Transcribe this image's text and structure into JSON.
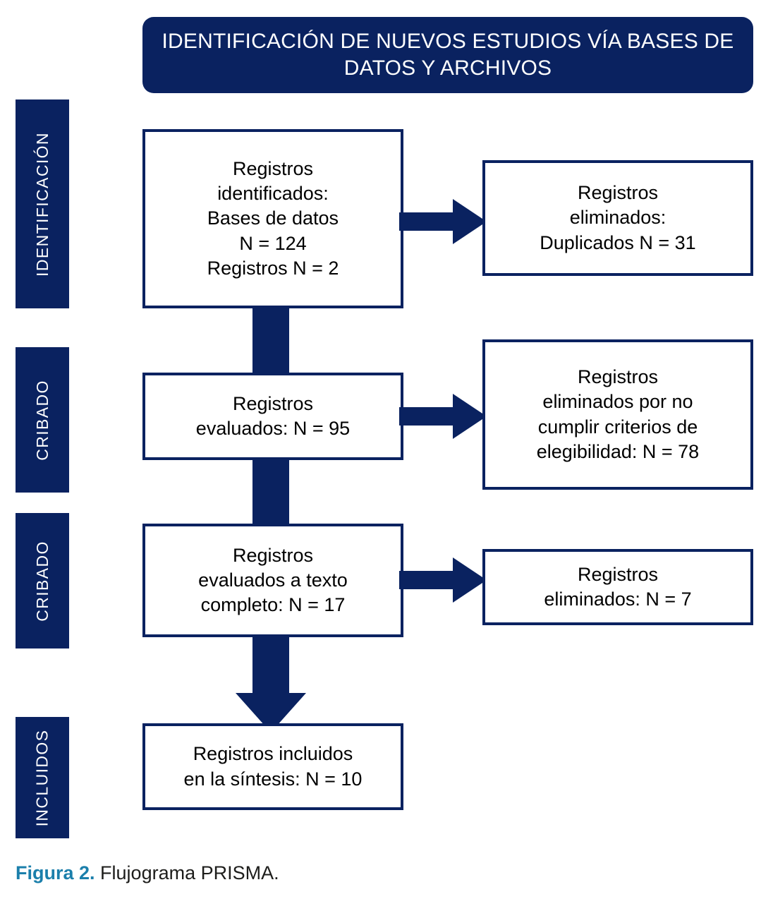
{
  "figure": {
    "banner_title": "IDENTIFICACIÓN DE NUEVOS ESTUDIOS VÍA BASES DE DATOS Y ARCHIVOS",
    "caption_label": "Figura 2.",
    "caption_text": "Flujograma PRISMA.",
    "colors": {
      "navy": "#0a2260",
      "caption_accent": "#1b7fab",
      "box_fill": "#ffffff",
      "text": "#000000"
    }
  },
  "stages": [
    {
      "id": "identificacion",
      "label": "IDENTIFICACIÓN"
    },
    {
      "id": "cribado-1",
      "label": "CRIBADO"
    },
    {
      "id": "cribado-2",
      "label": "CRIBADO"
    },
    {
      "id": "incluidos",
      "label": "INCLUIDOS"
    }
  ],
  "boxes": {
    "identified": {
      "id": "registros-identificados",
      "lines": [
        "Registros",
        "identificados:",
        "Bases de datos",
        "N = 124",
        "Registros N = 2"
      ]
    },
    "duplicates_removed": {
      "id": "registros-eliminados-duplicados",
      "lines": [
        "Registros",
        "eliminados:",
        "Duplicados N = 31"
      ]
    },
    "screened": {
      "id": "registros-evaluados",
      "lines": [
        "Registros",
        "evaluados: N = 95"
      ]
    },
    "excluded_criteria": {
      "id": "registros-eliminados-criterios",
      "lines": [
        "Registros",
        "eliminados por no",
        "cumplir criterios de",
        "elegibilidad: N = 78"
      ]
    },
    "full_text": {
      "id": "registros-evaluados-texto-completo",
      "lines": [
        "Registros",
        "evaluados a texto",
        "completo: N = 17"
      ]
    },
    "excluded_full_text": {
      "id": "registros-eliminados-texto",
      "lines": [
        "Registros",
        "eliminados: N = 7"
      ]
    },
    "included": {
      "id": "registros-incluidos",
      "lines": [
        "Registros incluidos",
        "en la síntesis: N = 10"
      ]
    }
  },
  "counts": {
    "identified_databases": 124,
    "identified_registers": 2,
    "duplicates_removed": 31,
    "screened": 95,
    "excluded_not_eligible": 78,
    "full_text_assessed": 17,
    "full_text_excluded": 7,
    "included_in_synthesis": 10
  }
}
